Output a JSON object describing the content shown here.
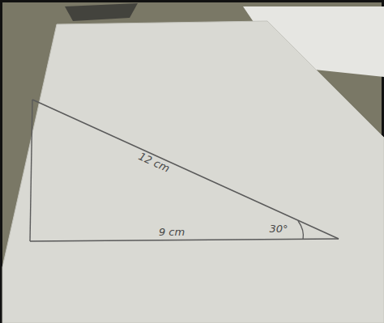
{
  "diagram": {
    "labels": [
      "12 cm",
      "9 cm",
      "30°"
    ]
  }
}
